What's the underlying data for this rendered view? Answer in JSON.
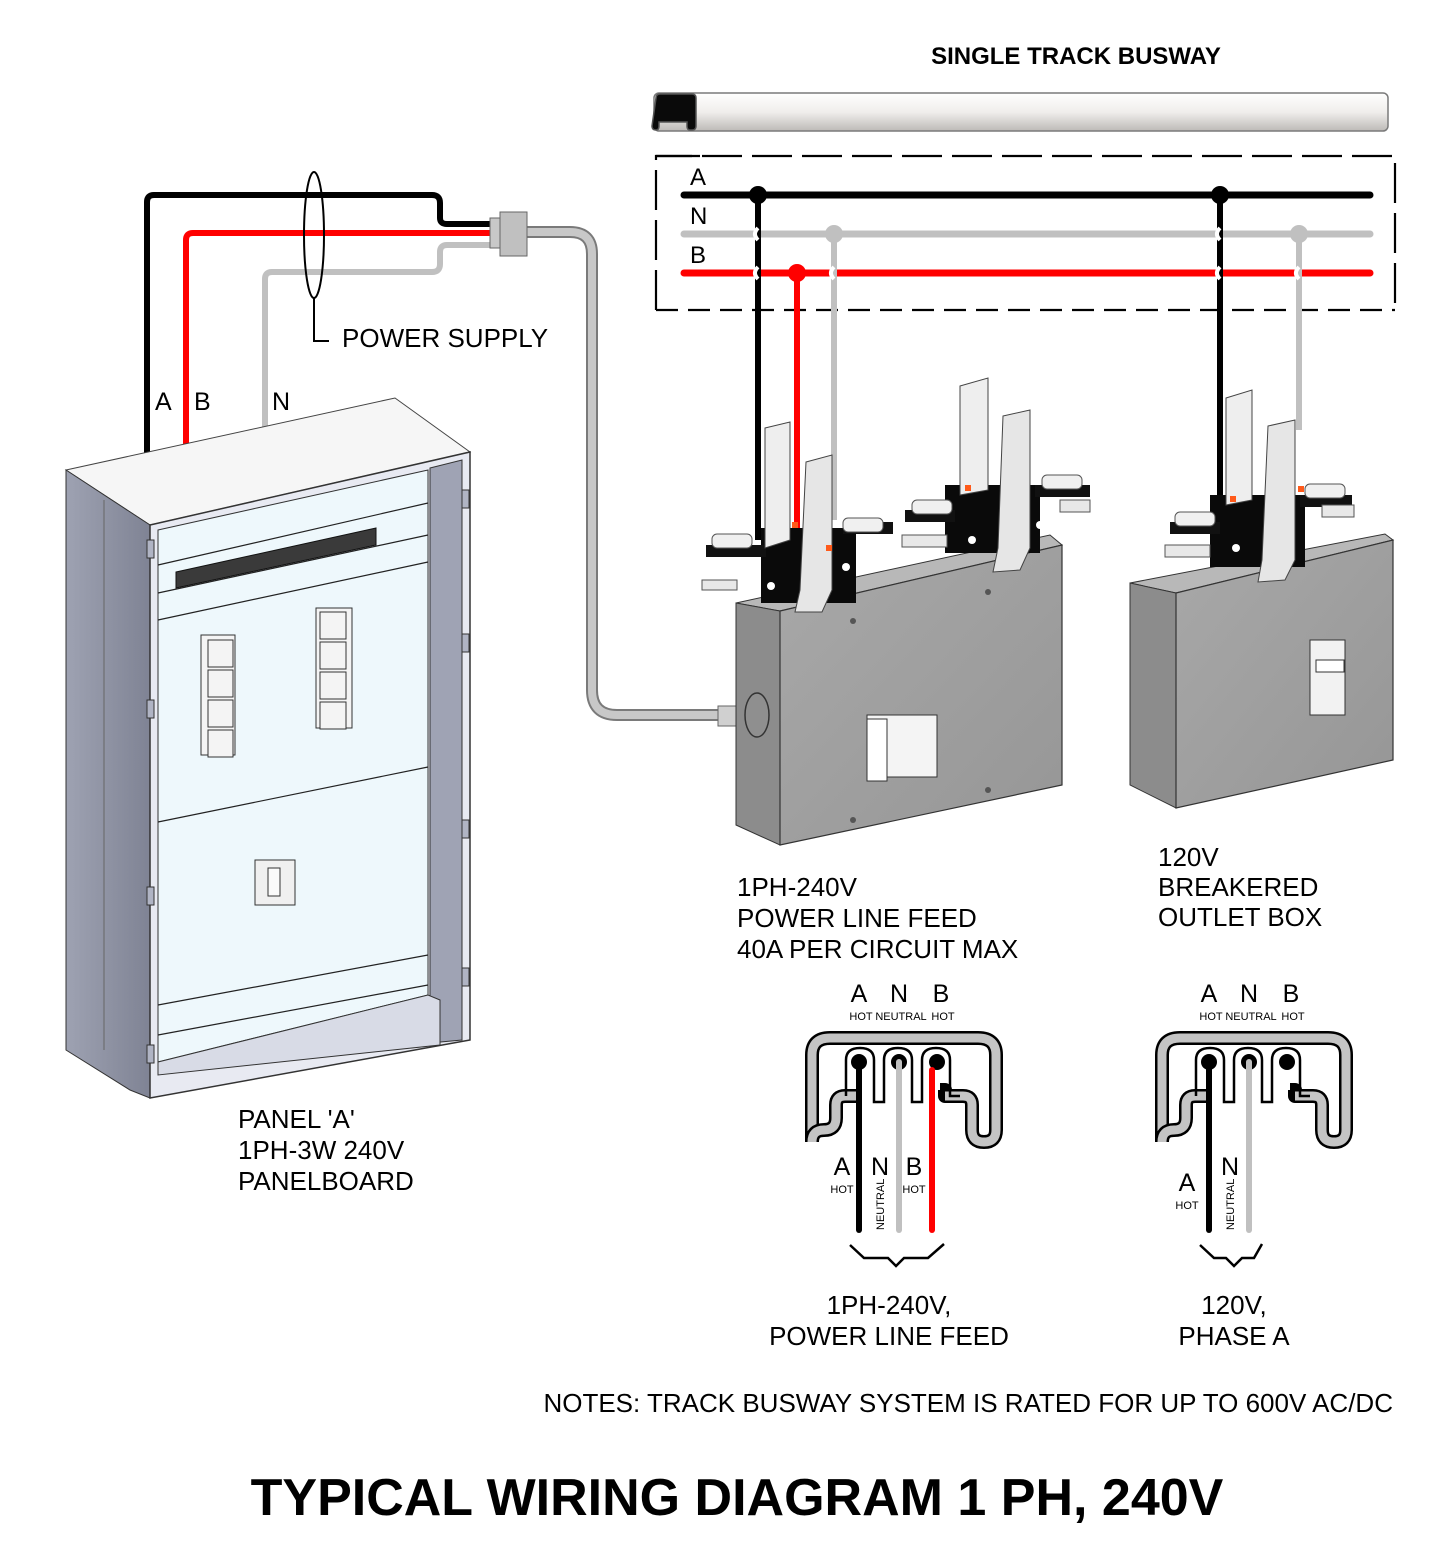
{
  "title": "TYPICAL WIRING DIAGRAM 1 PH, 240V",
  "notes": "NOTES: TRACK BUSWAY SYSTEM IS RATED FOR UP TO 600V AC/DC",
  "colors": {
    "phase_a": "#000000",
    "phase_b": "#ff0000",
    "neutral": "#c0c0c0",
    "box_gray": "#9e9e9e",
    "panel_body": "#8a8e9e",
    "busway_rail": "#f0eeec"
  },
  "busway": {
    "title": "SINGLE TRACK BUSWAY",
    "conductors": [
      {
        "label": "A",
        "role": "phase-a"
      },
      {
        "label": "N",
        "role": "neutral"
      },
      {
        "label": "B",
        "role": "phase-b"
      }
    ]
  },
  "power_supply": {
    "label": "POWER SUPPLY",
    "wires": [
      {
        "label": "A",
        "role": "phase-a"
      },
      {
        "label": "B",
        "role": "phase-b"
      },
      {
        "label": "N",
        "role": "neutral"
      }
    ]
  },
  "panel": {
    "lines": [
      "PANEL 'A'",
      "1PH-3W 240V",
      "PANELBOARD"
    ]
  },
  "power_line_feed": {
    "lines": [
      "1PH-240V",
      "POWER LINE FEED",
      "40A PER CIRCUIT MAX"
    ]
  },
  "outlet_box": {
    "lines": [
      "120V",
      "BREAKERED",
      "OUTLET BOX"
    ]
  },
  "sections": [
    {
      "top_labels": [
        {
          "letter": "A",
          "sub": "HOT"
        },
        {
          "letter": "N",
          "sub": "NEUTRAL"
        },
        {
          "letter": "B",
          "sub": "HOT"
        }
      ],
      "bottom_labels": [
        {
          "letter": "A",
          "sub": "HOT"
        },
        {
          "letter": "N",
          "sub": "NEUTRAL"
        },
        {
          "letter": "B",
          "sub": "HOT"
        }
      ],
      "caption": [
        "1PH-240V,",
        "POWER LINE FEED"
      ]
    },
    {
      "top_labels": [
        {
          "letter": "A",
          "sub": "HOT"
        },
        {
          "letter": "N",
          "sub": "NEUTRAL"
        },
        {
          "letter": "B",
          "sub": "HOT"
        }
      ],
      "bottom_labels": [
        {
          "letter": "A",
          "sub": "HOT"
        },
        {
          "letter": "N",
          "sub": "NEUTRAL"
        }
      ],
      "caption": [
        "120V,",
        "PHASE A"
      ]
    }
  ]
}
